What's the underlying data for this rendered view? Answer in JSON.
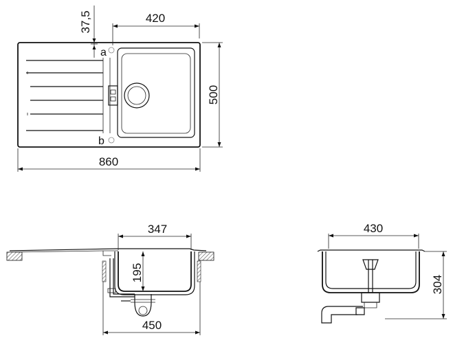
{
  "colors": {
    "line": "#111111",
    "background": "#ffffff",
    "section_hatch": "#777777"
  },
  "top_view": {
    "dim_depth": "500",
    "dim_bowl_width": "420",
    "dim_offset": "37,5",
    "dim_overall_width": "860",
    "label_a": "a",
    "label_b": "b"
  },
  "side_view": {
    "dim_bowl_inner": "347",
    "dim_bowl_depth": "195",
    "dim_cabinet": "450"
  },
  "end_view": {
    "dim_width": "430",
    "dim_height": "304"
  }
}
